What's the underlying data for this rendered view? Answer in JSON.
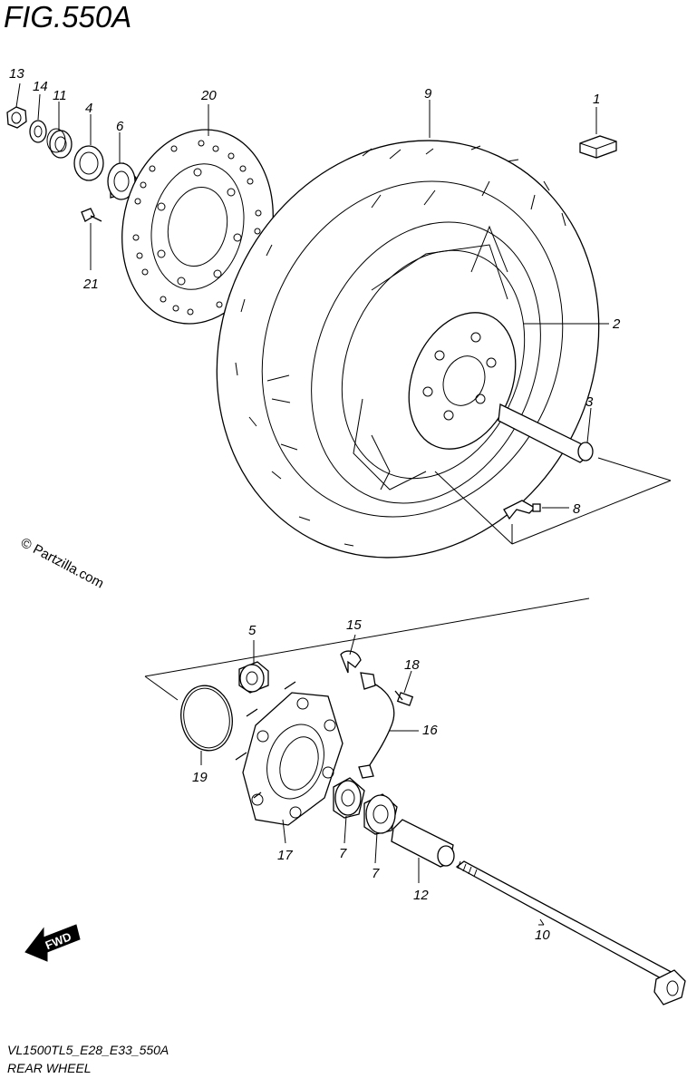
{
  "figure": {
    "title": "FIG.550A",
    "model_code": "VL1500TL5_E28_E33_550A",
    "section_name": "REAR WHEEL",
    "copyright": "© Partzilla.com",
    "fwd_label": "FWD"
  },
  "callouts": [
    {
      "id": "13",
      "label": "13"
    },
    {
      "id": "14",
      "label": "14"
    },
    {
      "id": "11",
      "label": "11"
    },
    {
      "id": "4",
      "label": "4"
    },
    {
      "id": "6",
      "label": "6"
    },
    {
      "id": "20",
      "label": "20"
    },
    {
      "id": "9",
      "label": "9"
    },
    {
      "id": "1",
      "label": "1"
    },
    {
      "id": "21",
      "label": "21"
    },
    {
      "id": "2",
      "label": "2"
    },
    {
      "id": "3",
      "label": "3"
    },
    {
      "id": "8",
      "label": "8"
    },
    {
      "id": "5",
      "label": "5"
    },
    {
      "id": "15",
      "label": "15"
    },
    {
      "id": "18",
      "label": "18"
    },
    {
      "id": "16",
      "label": "16"
    },
    {
      "id": "19",
      "label": "19"
    },
    {
      "id": "17",
      "label": "17"
    },
    {
      "id": "7a",
      "label": "7"
    },
    {
      "id": "7b",
      "label": "7"
    },
    {
      "id": "12",
      "label": "12"
    },
    {
      "id": "10",
      "label": "10"
    }
  ]
}
